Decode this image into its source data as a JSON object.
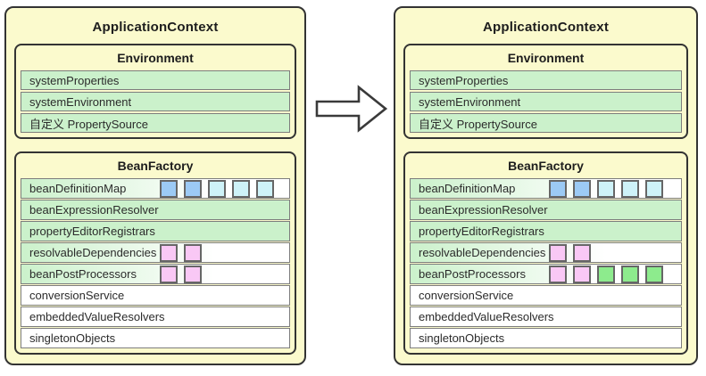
{
  "colors": {
    "panel_bg": "#fbfacd",
    "border_dark": "#333333",
    "row_green": "#cbf1cb",
    "square_blue": "#9ccaf5",
    "square_cyan": "#cef2f8",
    "square_pink": "#f9c8f5",
    "square_green": "#8deb8d"
  },
  "arrow": {
    "icon": "right-arrow",
    "direction": "right"
  },
  "panels": [
    {
      "title": "ApplicationContext",
      "environment": {
        "title": "Environment",
        "rows": [
          {
            "label": "systemProperties",
            "bg": "green"
          },
          {
            "label": "systemEnvironment",
            "bg": "green"
          },
          {
            "label": "自定义 PropertySource",
            "bg": "green"
          }
        ]
      },
      "bean_factory": {
        "title": "BeanFactory",
        "rows": [
          {
            "label": "beanDefinitionMap",
            "bg": "gradient",
            "squares": [
              "blue",
              "blue",
              "cyan",
              "cyan",
              "cyan"
            ]
          },
          {
            "label": "beanExpressionResolver",
            "bg": "green"
          },
          {
            "label": "propertyEditorRegistrars",
            "bg": "green"
          },
          {
            "label": "resolvableDependencies",
            "bg": "gradient",
            "squares": [
              "pink",
              "pink"
            ]
          },
          {
            "label": "beanPostProcessors",
            "bg": "gradient",
            "squares": [
              "pink",
              "pink"
            ]
          },
          {
            "label": "conversionService",
            "bg": "white"
          },
          {
            "label": "embeddedValueResolvers",
            "bg": "white"
          },
          {
            "label": "singletonObjects",
            "bg": "white"
          }
        ]
      }
    },
    {
      "title": "ApplicationContext",
      "environment": {
        "title": "Environment",
        "rows": [
          {
            "label": "systemProperties",
            "bg": "green"
          },
          {
            "label": "systemEnvironment",
            "bg": "green"
          },
          {
            "label": "自定义 PropertySource",
            "bg": "green"
          }
        ]
      },
      "bean_factory": {
        "title": "BeanFactory",
        "rows": [
          {
            "label": "beanDefinitionMap",
            "bg": "gradient",
            "squares": [
              "blue",
              "blue",
              "cyan",
              "cyan",
              "cyan"
            ]
          },
          {
            "label": "beanExpressionResolver",
            "bg": "green"
          },
          {
            "label": "propertyEditorRegistrars",
            "bg": "green"
          },
          {
            "label": "resolvableDependencies",
            "bg": "gradient",
            "squares": [
              "pink",
              "pink"
            ]
          },
          {
            "label": "beanPostProcessors",
            "bg": "gradient",
            "squares": [
              "pink",
              "pink",
              "green",
              "green",
              "green"
            ]
          },
          {
            "label": "conversionService",
            "bg": "white"
          },
          {
            "label": "embeddedValueResolvers",
            "bg": "white"
          },
          {
            "label": "singletonObjects",
            "bg": "white"
          }
        ]
      }
    }
  ]
}
